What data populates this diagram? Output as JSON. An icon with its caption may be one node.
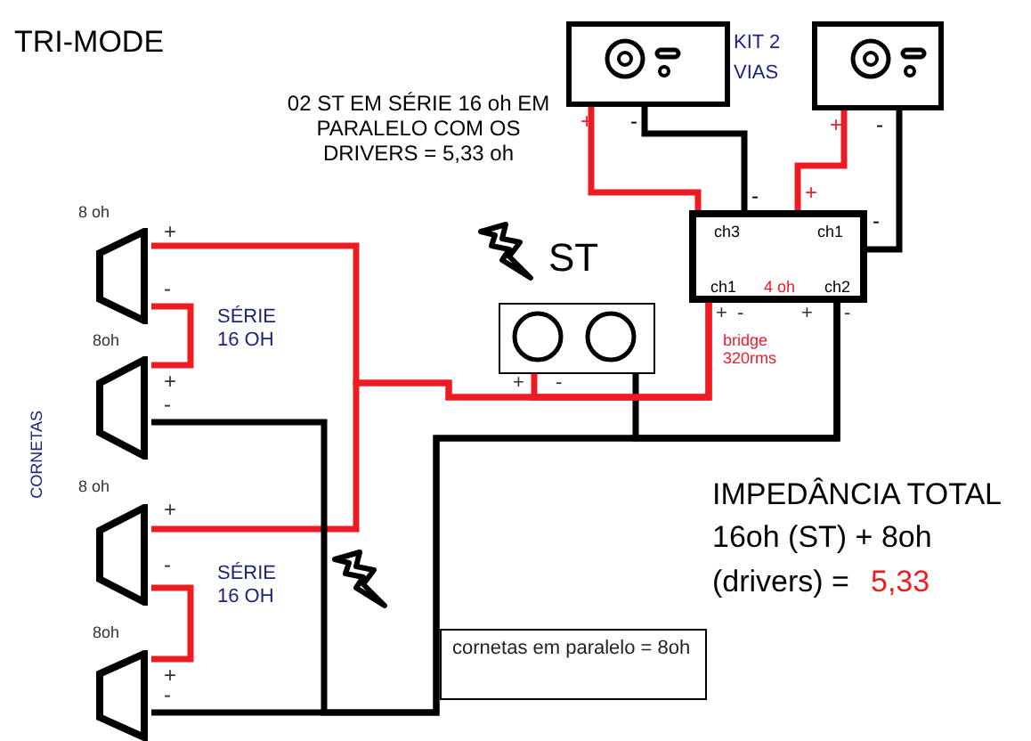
{
  "diagram": {
    "title": "TRI-MODE",
    "nodes": [
      {
        "text": [],
        "shape": "picture"
      },
      {
        "text": [],
        "shape": "picture"
      },
      {
        "text": [
          "ch3",
          "ch1",
          "ch1",
          "4 oh",
          "ch2"
        ]
      },
      {
        "text": [],
        "shape": "picture",
        "beside": [
          "ST"
        ]
      },
      {
        "text": [],
        "shape": "trapezoid",
        "beside": [
          "8 oh"
        ]
      },
      {
        "text": [],
        "shape": "trapezoid",
        "beside": [
          "8oh"
        ]
      },
      {
        "text": [],
        "shape": "trapezoid",
        "beside": [
          "8 oh"
        ]
      },
      {
        "text": [],
        "shape": "trapezoid",
        "beside": [
          "8oh"
        ]
      },
      {
        "text": [
          "cornetas em paralelo = 8oh"
        ]
      }
    ],
    "edges": [
      {
        "from": 0,
        "to": 2,
        "arrow": "none"
      },
      {
        "from": 0,
        "to": 2,
        "arrow": "none",
        "color": "#000000"
      },
      {
        "from": 1,
        "to": 2,
        "arrow": "none"
      },
      {
        "from": 1,
        "to": 2,
        "arrow": "none",
        "color": "#000000"
      },
      {
        "from": 2,
        "to": 3,
        "arrow": "none"
      },
      {
        "from": 2,
        "to": 3,
        "arrow": "none",
        "color": "#000000"
      },
      {
        "from": 2,
        "to": 4,
        "arrow": "none"
      },
      {
        "from": 2,
        "to": 6,
        "arrow": "none"
      },
      {
        "from": 2,
        "to": 5,
        "arrow": "none",
        "color": "#000000"
      },
      {
        "from": 2,
        "to": 7,
        "arrow": "none",
        "color": "#000000"
      },
      {
        "from": 4,
        "to": 5,
        "arrow": "none"
      },
      {
        "from": 6,
        "to": 7,
        "arrow": "none"
      }
    ],
    "labels": [
      "02 ST EM SÉRIE 16 oh EM PARALELO COM OS DRIVERS = 5,33 oh",
      "KIT 2 VIAS",
      "+",
      "-",
      "+",
      "-",
      "-",
      "+",
      "-",
      "+",
      "-",
      "+",
      "-",
      "+",
      "-",
      "bridge 320rms",
      "+",
      "-",
      "+",
      "-",
      "+",
      "-",
      "+",
      "-",
      "SÉRIE 16 OH",
      "SÉRIE 16 OH",
      "CORNETAS",
      "IMPEDÂNCIA TOTAL",
      "16oh (ST) + 8oh",
      "(drivers) =",
      "5,33"
    ]
  }
}
